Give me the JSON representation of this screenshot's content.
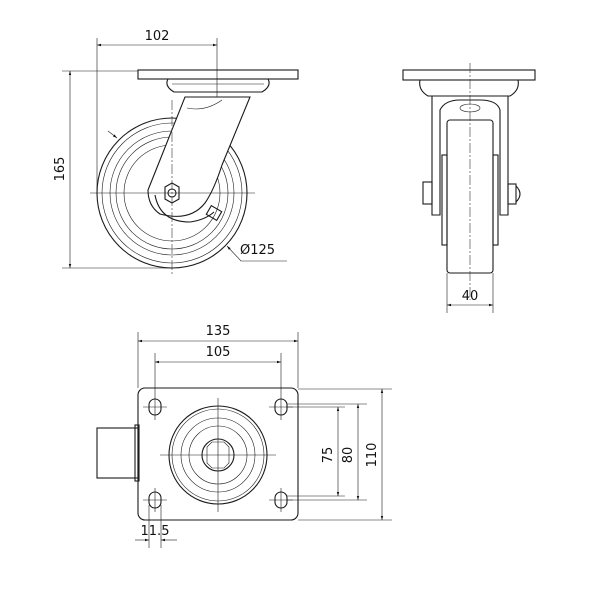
{
  "drawing": {
    "front_view": {
      "width_dim": "102",
      "height_dim": "165",
      "wheel_diameter": "Ø125"
    },
    "side_view": {
      "wheel_width_dim": "40"
    },
    "top_view": {
      "plate_length": "135",
      "hole_spacing_length": "105",
      "hole_spacing_width_inner": "75",
      "hole_spacing_width": "80",
      "plate_width": "110",
      "hole_size": "11.5"
    }
  }
}
